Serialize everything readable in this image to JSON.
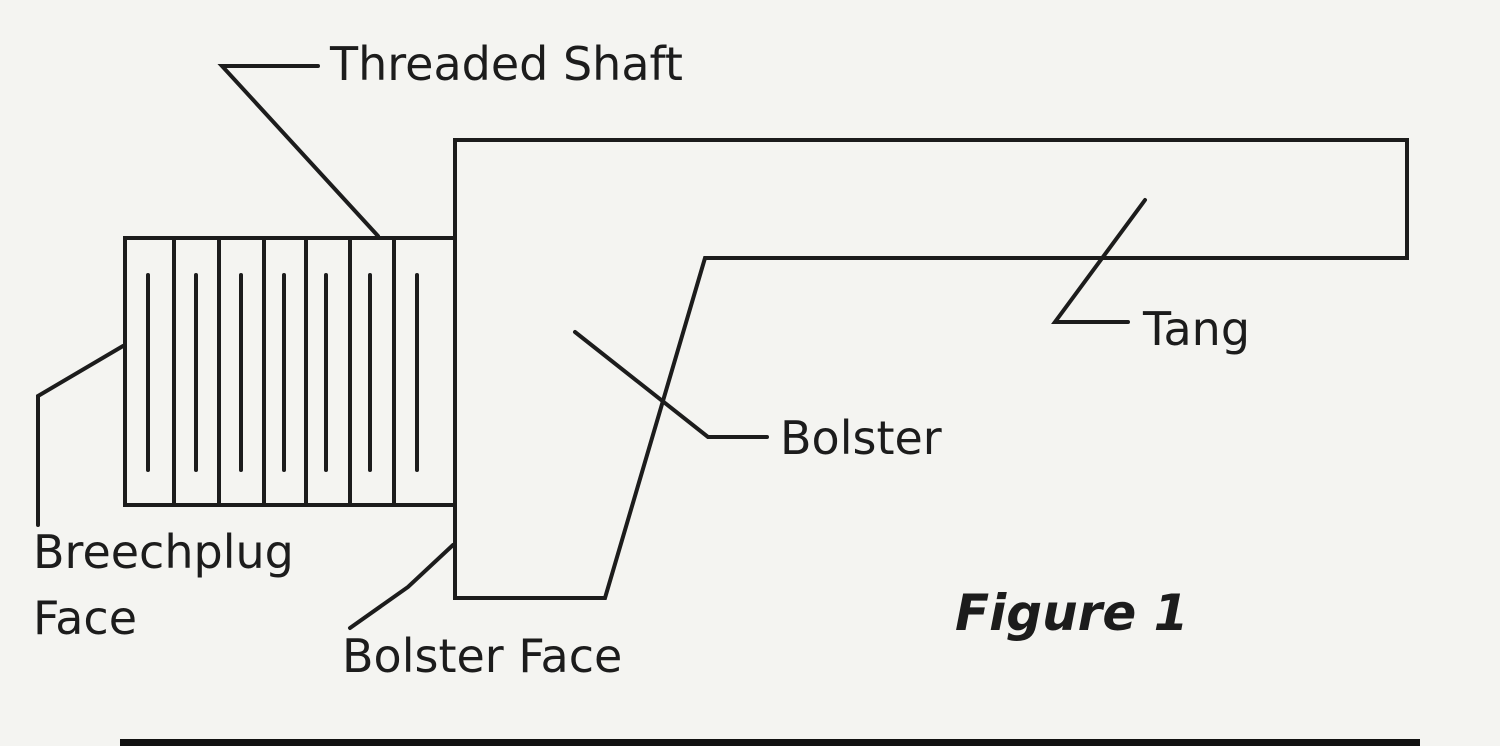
{
  "diagram": {
    "labels": {
      "threaded_shaft": "Threaded Shaft",
      "tang": "Tang",
      "bolster": "Bolster",
      "breechplug_face_line1": "Breechplug",
      "breechplug_face_line2": "Face",
      "bolster_face": "Bolster Face"
    },
    "caption": "Figure 1"
  }
}
